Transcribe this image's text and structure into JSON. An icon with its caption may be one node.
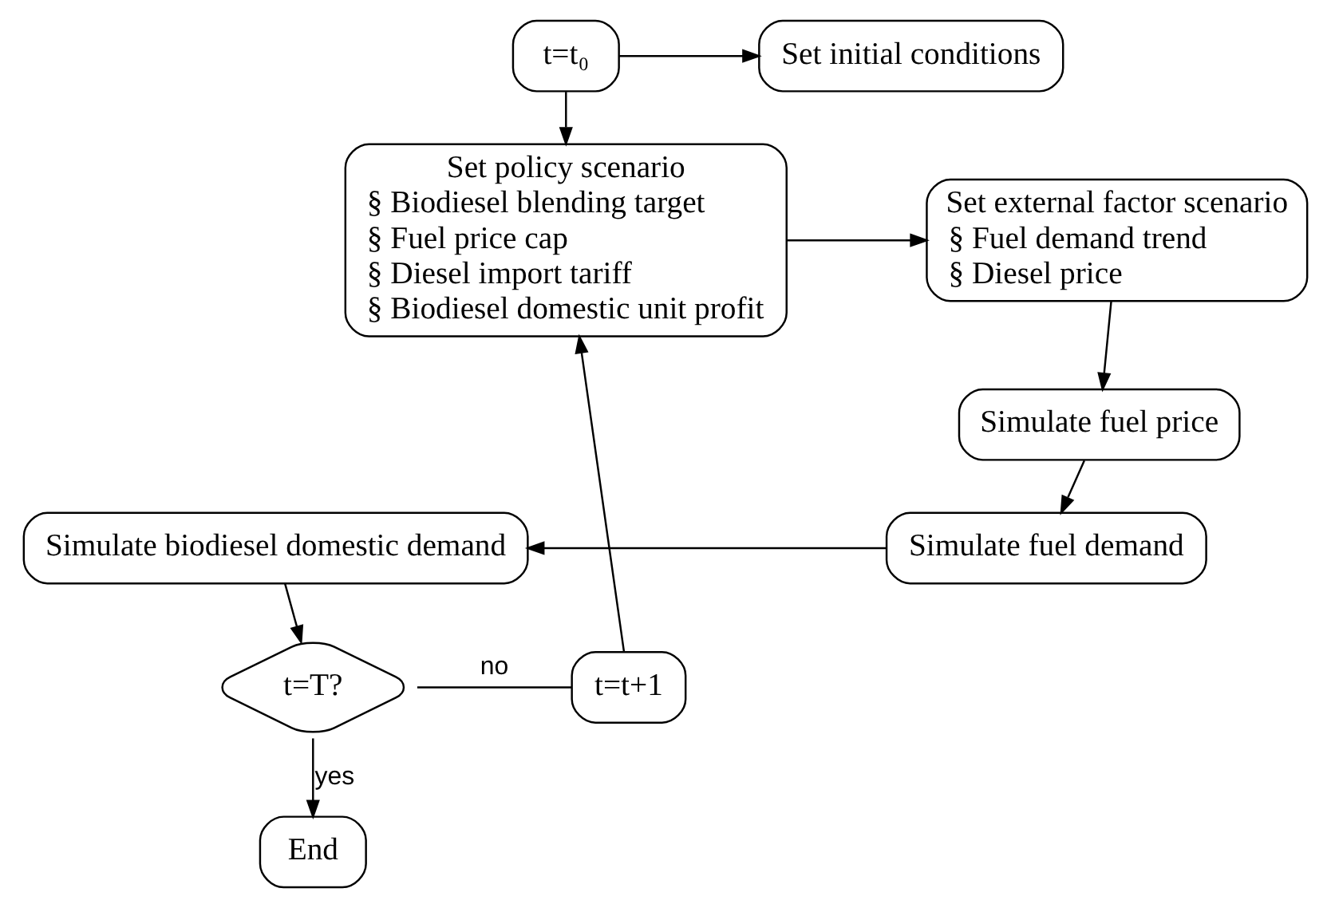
{
  "diagram": {
    "nodes": [
      {
        "text": [
          "t=t₀"
        ]
      },
      {
        "text": [
          "Set initial conditions"
        ]
      },
      {
        "text": [
          "Set policy scenario",
          "§ Biodiesel blending target",
          "§ Fuel price cap",
          "§ Diesel import tariff",
          "§ Biodiesel domestic unit profit"
        ]
      },
      {
        "text": [
          "Set external factor scenario",
          "§ Fuel demand trend",
          "§ Diesel price"
        ]
      },
      {
        "text": [
          "Simulate fuel price"
        ]
      },
      {
        "text": [
          "Simulate fuel demand"
        ]
      },
      {
        "text": [
          "Simulate biodiesel domestic demand"
        ]
      },
      {
        "text": [
          "t=T?"
        ]
      },
      {
        "text": [
          "End"
        ]
      },
      {
        "text": [
          "t=t+1"
        ]
      }
    ],
    "edges": [
      {
        "from": 0,
        "to": 1,
        "arrow": "to"
      },
      {
        "from": 0,
        "to": 2,
        "arrow": "to"
      },
      {
        "from": 2,
        "to": 3,
        "arrow": "to"
      },
      {
        "from": 3,
        "to": 4,
        "arrow": "to"
      },
      {
        "from": 4,
        "to": 5,
        "arrow": "to"
      },
      {
        "from": 5,
        "to": 6,
        "arrow": "to"
      },
      {
        "from": 6,
        "to": 7,
        "arrow": "to"
      },
      {
        "from": 7,
        "to": 9,
        "label": "no",
        "arrow": "none"
      },
      {
        "from": 7,
        "to": 8,
        "label": "yes",
        "arrow": "to"
      },
      {
        "from": 9,
        "to": 2,
        "arrow": "to"
      }
    ]
  }
}
